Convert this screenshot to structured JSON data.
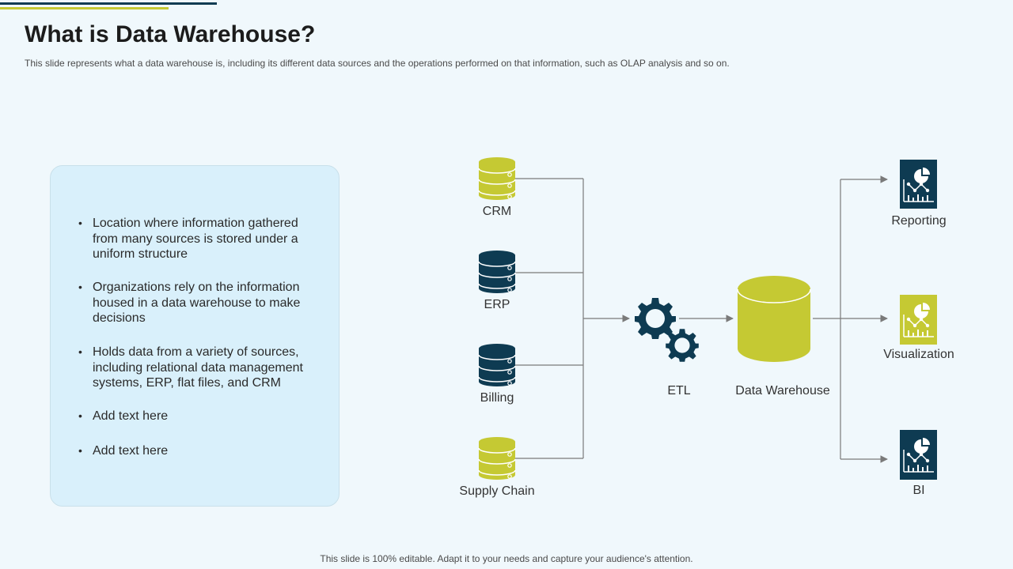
{
  "header": {
    "title": "What is Data Warehouse?",
    "subtitle": "This slide represents what a data warehouse  is, including its different  data sources and the operations  performed  on that information,  such as OLAP analysis and so on."
  },
  "info_card": {
    "bullets": [
      "Location where information gathered from many sources is stored under a uniform structure",
      "Organizations rely on the information housed in a data warehouse to make decisions",
      "Holds data from a variety of sources, including relational data management systems, ERP, flat files, and CRM",
      "Add text here",
      "Add text here"
    ]
  },
  "diagram": {
    "sources": [
      {
        "label": "CRM",
        "icon": "database-icon",
        "color": "#c5c933"
      },
      {
        "label": "ERP",
        "icon": "database-icon",
        "color": "#0e3b52"
      },
      {
        "label": "Billing",
        "icon": "database-icon",
        "color": "#0e3b52"
      },
      {
        "label": "Supply Chain",
        "icon": "database-icon",
        "color": "#c5c933"
      }
    ],
    "etl": {
      "label": "ETL",
      "icon": "gears-icon",
      "color": "#0e3b52"
    },
    "warehouse": {
      "label": "Data Warehouse",
      "icon": "cylinder-icon",
      "color": "#c5c933"
    },
    "outputs": [
      {
        "label": "Reporting",
        "icon": "dashboard-report-icon",
        "color": "#0e3b52"
      },
      {
        "label": "Visualization",
        "icon": "dashboard-report-icon",
        "color": "#c5c933"
      },
      {
        "label": "BI",
        "icon": "dashboard-report-icon",
        "color": "#0e3b52"
      }
    ],
    "connector_color": "#7a7a7a"
  },
  "footer": {
    "text": "This slide is 100% editable. Adapt it to your needs and capture your audience's attention."
  }
}
